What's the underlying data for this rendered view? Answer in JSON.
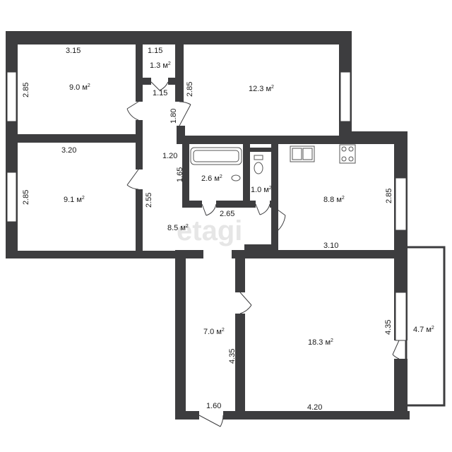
{
  "colors": {
    "wall": "#3d3d3f",
    "window": "#ffffff",
    "watermark": "#e6e6e6",
    "text": "#1a1a1a"
  },
  "watermark": "etagi",
  "rooms": [
    {
      "id": "room-nw",
      "area": "9.0",
      "unit": "м",
      "exp": "2"
    },
    {
      "id": "closet",
      "area": "1.3",
      "unit": "м",
      "exp": "2"
    },
    {
      "id": "room-ne",
      "area": "12.3",
      "unit": "м",
      "exp": "2"
    },
    {
      "id": "room-w",
      "area": "9.1",
      "unit": "м",
      "exp": "2"
    },
    {
      "id": "bathroom",
      "area": "2.6",
      "unit": "м",
      "exp": "2"
    },
    {
      "id": "toilet",
      "area": "1.0",
      "unit": "м",
      "exp": "2"
    },
    {
      "id": "kitchen",
      "area": "8.8",
      "unit": "м",
      "exp": "2"
    },
    {
      "id": "hallway",
      "area": "8.5",
      "unit": "м",
      "exp": "2"
    },
    {
      "id": "room-sw",
      "area": "7.0",
      "unit": "м",
      "exp": "2"
    },
    {
      "id": "room-se",
      "area": "18.3",
      "unit": "м",
      "exp": "2"
    },
    {
      "id": "balcony",
      "area": "4.7",
      "unit": "м",
      "exp": "2"
    }
  ],
  "dimensions": [
    "3.15",
    "2.85",
    "1.15",
    "1.15",
    "2.85",
    "1.80",
    "3.20",
    "1.20",
    "2.85",
    "1.65",
    "2.55",
    "2.65",
    "2.85",
    "3.10",
    "4.35",
    "4.35",
    "1.60",
    "4.20"
  ]
}
